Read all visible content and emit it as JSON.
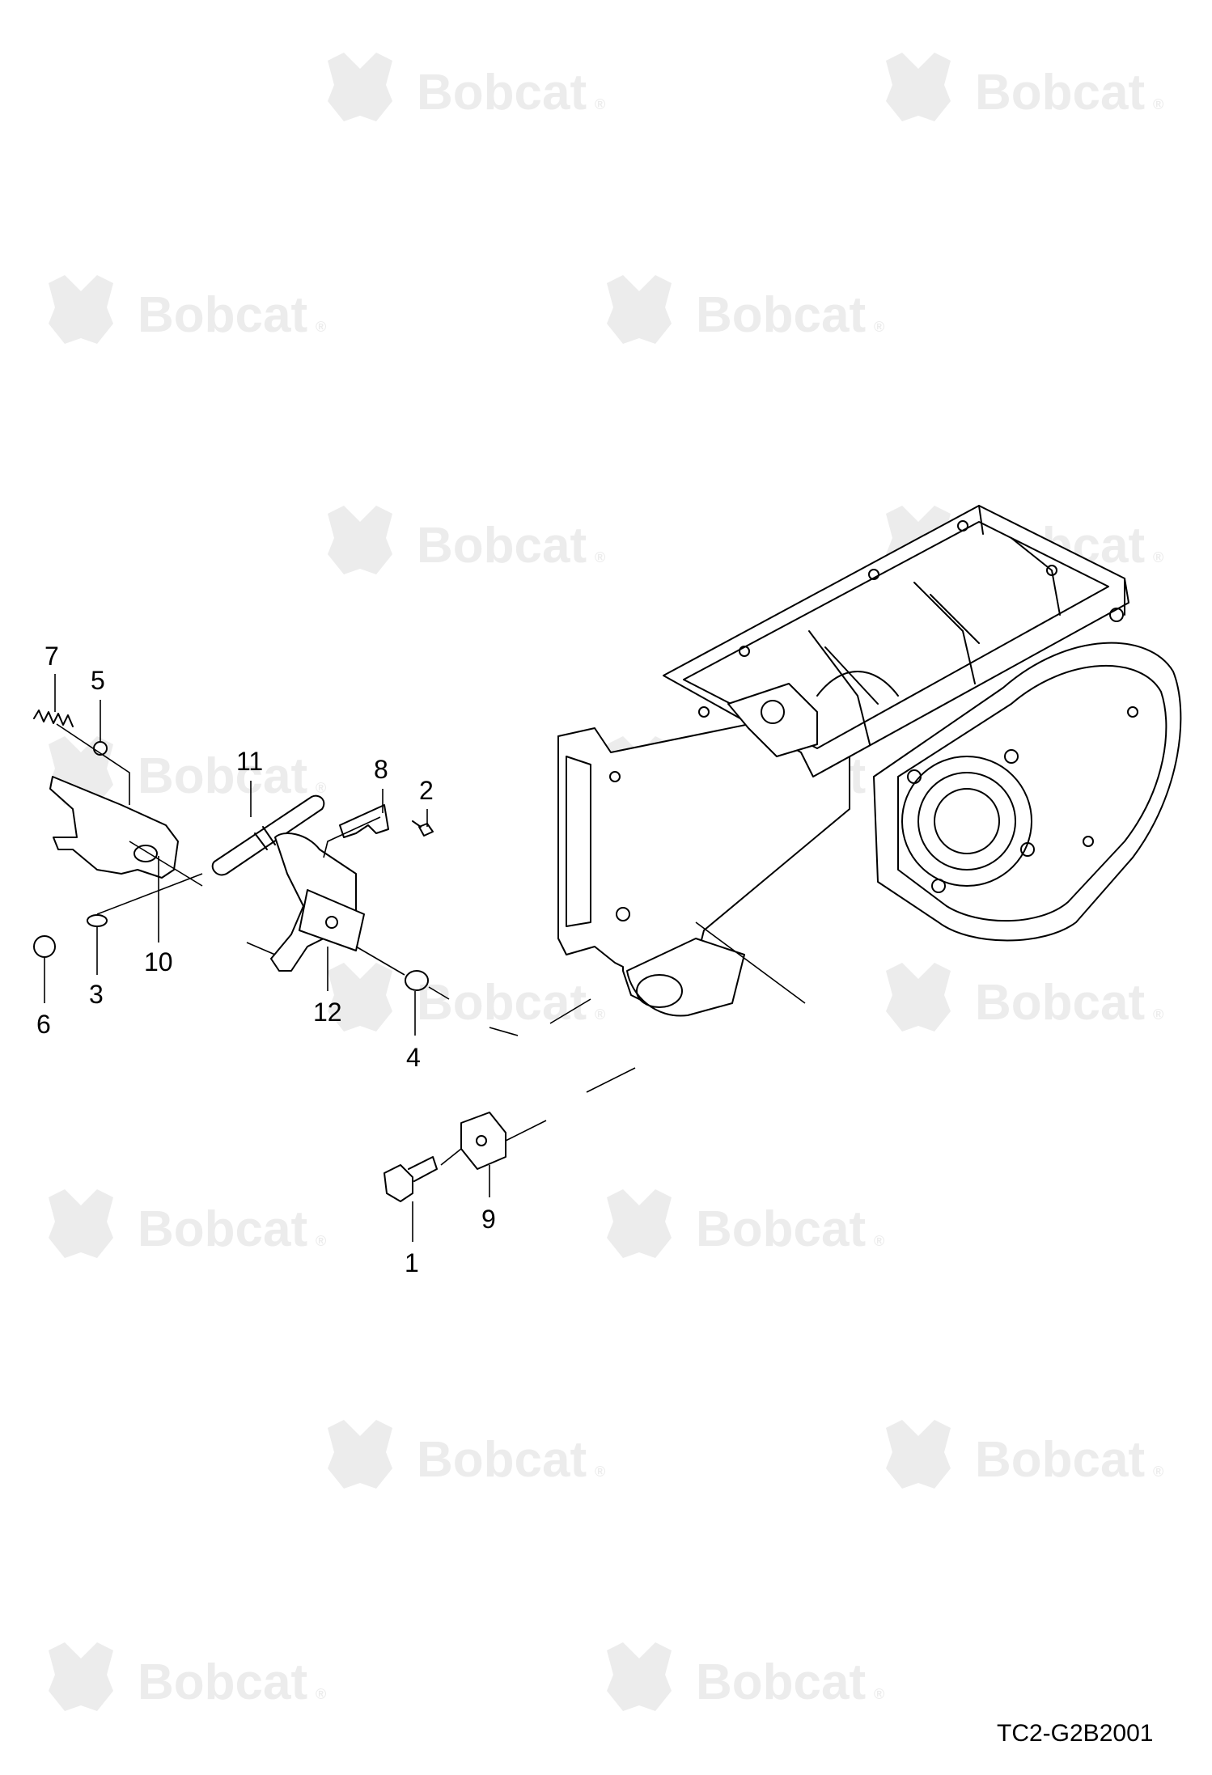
{
  "watermark": {
    "brand_text": "Bobcat",
    "trademark": "®"
  },
  "diagram": {
    "reference_code": "TC2-G2B2001",
    "callouts": [
      {
        "id": "7",
        "label": "7"
      },
      {
        "id": "5",
        "label": "5"
      },
      {
        "id": "11",
        "label": "11"
      },
      {
        "id": "8",
        "label": "8"
      },
      {
        "id": "2",
        "label": "2"
      },
      {
        "id": "10",
        "label": "10"
      },
      {
        "id": "3",
        "label": "3"
      },
      {
        "id": "6",
        "label": "6"
      },
      {
        "id": "12",
        "label": "12"
      },
      {
        "id": "4",
        "label": "4"
      },
      {
        "id": "9",
        "label": "9"
      },
      {
        "id": "1",
        "label": "1"
      }
    ]
  }
}
